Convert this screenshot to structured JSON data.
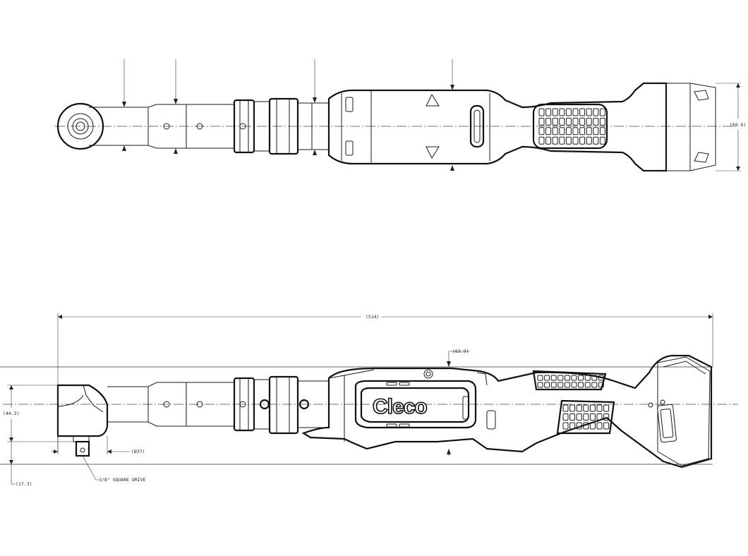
{
  "dimensions": {
    "overall_length": "(514)",
    "head_height": "(44.3)",
    "drive_offset": "(17.3)",
    "head_diameter": "(Ø37)",
    "top_height": "(63.9)",
    "battery_width": "(69.6)"
  },
  "callouts": {
    "square_drive": "3/8\" SQUARE DRIVE"
  },
  "brand": {
    "logo_text": "Cleco"
  }
}
